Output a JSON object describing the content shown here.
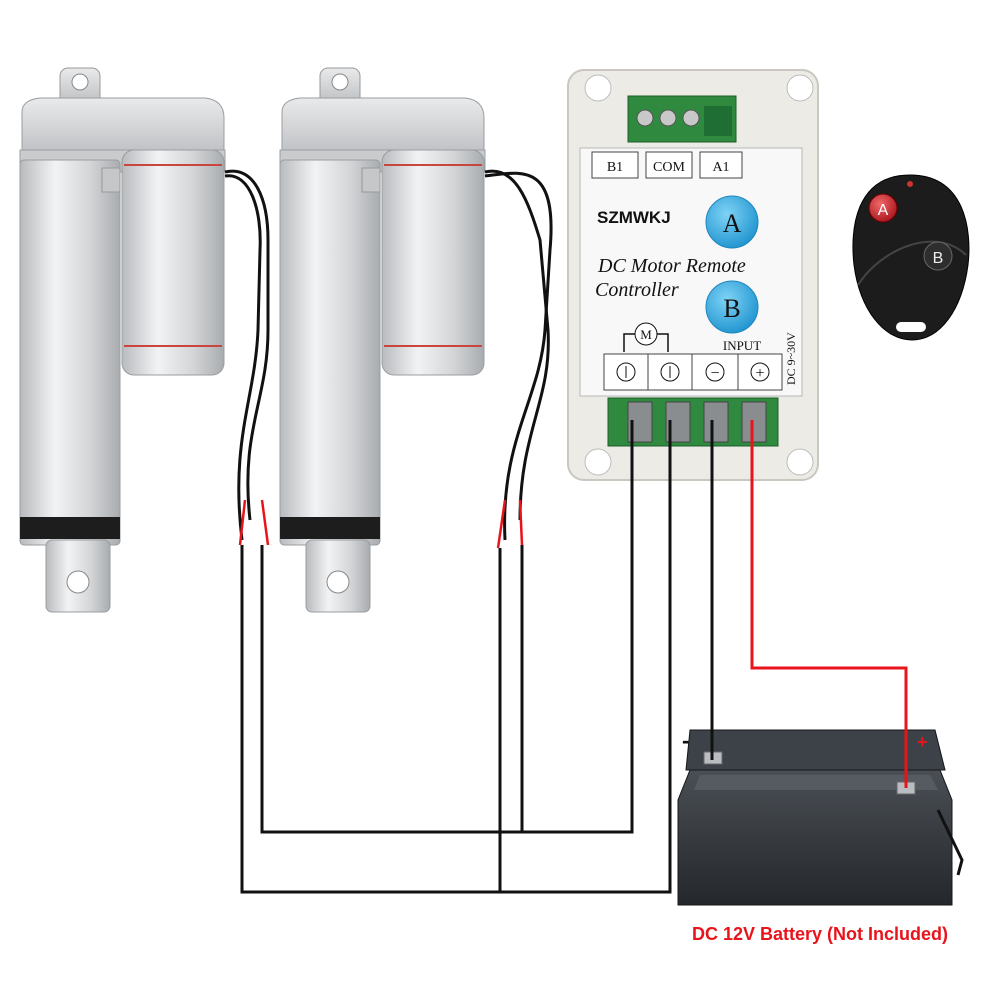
{
  "controller": {
    "brand": "SZMWKJ",
    "title_line1": "DC Motor Remote",
    "title_line2": "Controller",
    "button_a": "A",
    "button_b": "B",
    "terminal_b1": "B1",
    "terminal_com": "COM",
    "terminal_a1": "A1",
    "motor_symbol": "M",
    "input_label": "INPUT",
    "voltage": "DC 9~30V",
    "minus_symbol": "−",
    "plus_symbol": "+"
  },
  "remote": {
    "button_a": "A",
    "button_b": "B"
  },
  "battery": {
    "negative": "-",
    "positive": "+",
    "caption": "DC 12V Battery (Not Included)"
  },
  "colors": {
    "wire_black": "#111111",
    "wire_red": "#e8141b",
    "button_blue": "#2aa8e0",
    "actuator_silver": "#d7d9db",
    "battery_body": "#2f3338",
    "controller_shell": "#ecebe6",
    "remote_body": "#1c1c1c"
  }
}
